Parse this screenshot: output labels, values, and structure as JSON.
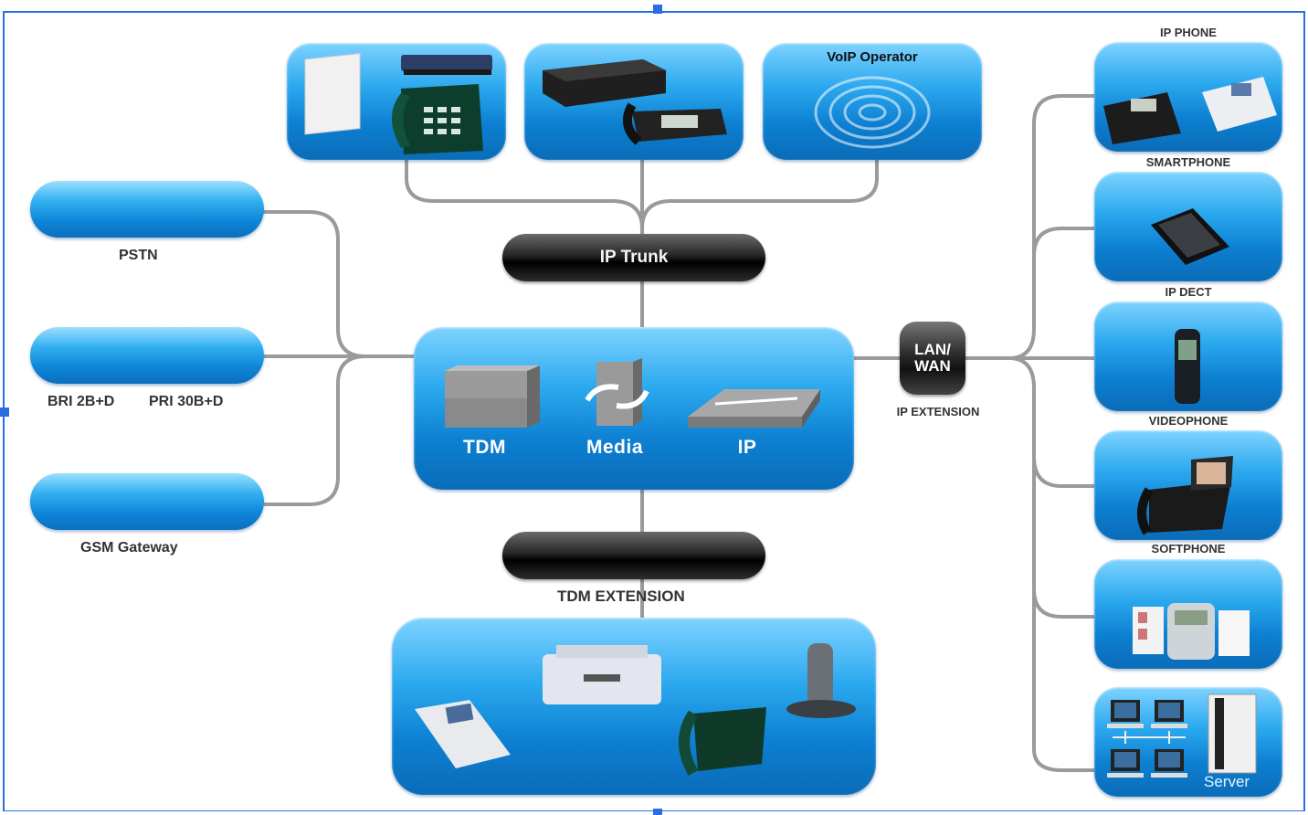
{
  "left_nodes": {
    "pstn": "PSTN",
    "bri": "BRI 2B+D",
    "pri": "PRI 30B+D",
    "gsm": "GSM Gateway"
  },
  "top_nodes": {
    "voip_operator": "VoIP Operator"
  },
  "trunks": {
    "ip_trunk": "IP Trunk",
    "tdm_extension": "TDM EXTENSION"
  },
  "core": {
    "tdm": "TDM",
    "media": "Media",
    "ip": "IP"
  },
  "lan_wan": {
    "line1": "LAN/",
    "line2": "WAN",
    "caption": "IP EXTENSION"
  },
  "right_nodes": {
    "ip_phone": "IP PHONE",
    "smartphone": "SMARTPHONE",
    "ip_dect": "IP DECT",
    "videophone": "VIDEOPHONE",
    "softphone": "SOFTPHONE",
    "server": "Server"
  },
  "colors": {
    "accent_blue": "#0d7fd1",
    "connector_gray": "#9a9a9a",
    "selection_blue": "#2a6de0"
  }
}
